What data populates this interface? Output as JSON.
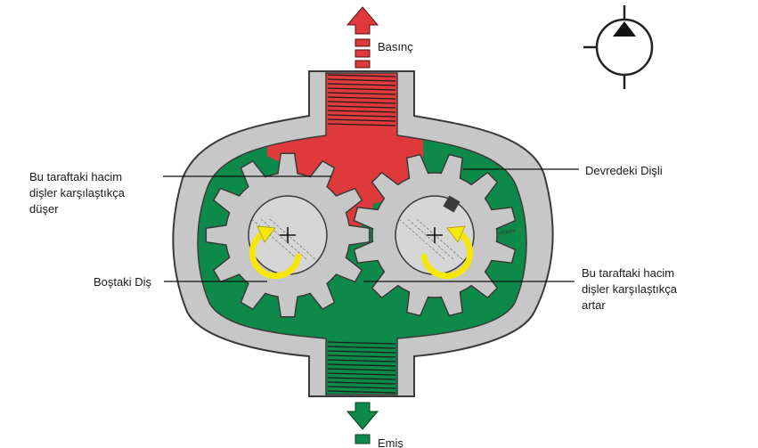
{
  "labels": {
    "pressure": "Basınç",
    "suction": "Emiş",
    "left_volume": [
      "Bu taraftaki hacim",
      "dişler karşılaştıkça",
      "düşer"
    ],
    "drive_gear": "Devredeki Dişli",
    "idle_gear": "Boştaki Diş",
    "right_volume": [
      "Bu taraftaki hacim",
      "dişler karşılaştıkça",
      "artar"
    ],
    "brand": "vickers"
  },
  "colors": {
    "pressure_red": "#e0393b",
    "suction_green": "#0d8a4a",
    "housing_gray": "#c7c7c7",
    "housing_outline": "#3a3a3a",
    "hub_gray": "#d6d6d6",
    "arrow_yellow": "#f5e60d",
    "key_dark": "#3b3b3b"
  },
  "icons": {
    "pump_symbol": "hydraulic-pump-symbol",
    "rotation": "rotation-arrow-icon",
    "flow": "flow-arrow-icon"
  }
}
